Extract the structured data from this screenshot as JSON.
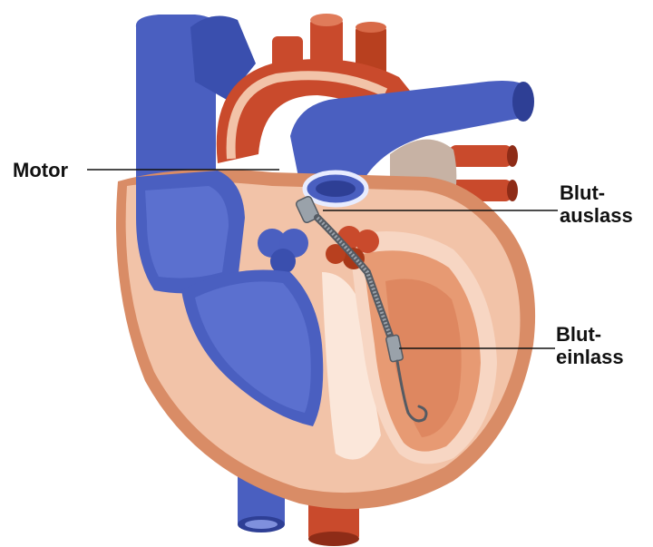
{
  "colors": {
    "vein_blue": "#4a5fc0",
    "vein_blue_dark": "#2e3f95",
    "artery_red": "#c94a2c",
    "artery_red_dark": "#8e2c17",
    "myocardium": "#f2c3a8",
    "myocardium_outer": "#d98c66",
    "chamber_light": "#f7d6c3",
    "ventricle_inner": "#e79a73",
    "pericardium_rim": "#fbe7da",
    "device_metal": "#9aa2aa",
    "device_coil": "#555b63",
    "leader_line": "#111111"
  },
  "labels": {
    "motor": "Motor",
    "outlet_line1": "Blut-",
    "outlet_line2": "auslass",
    "inlet_line1": "Blut-",
    "inlet_line2": "einlass"
  },
  "icons": {
    "heart": "heart-cross-section-illustration",
    "device": "ventricular-assist-pump-icon"
  }
}
